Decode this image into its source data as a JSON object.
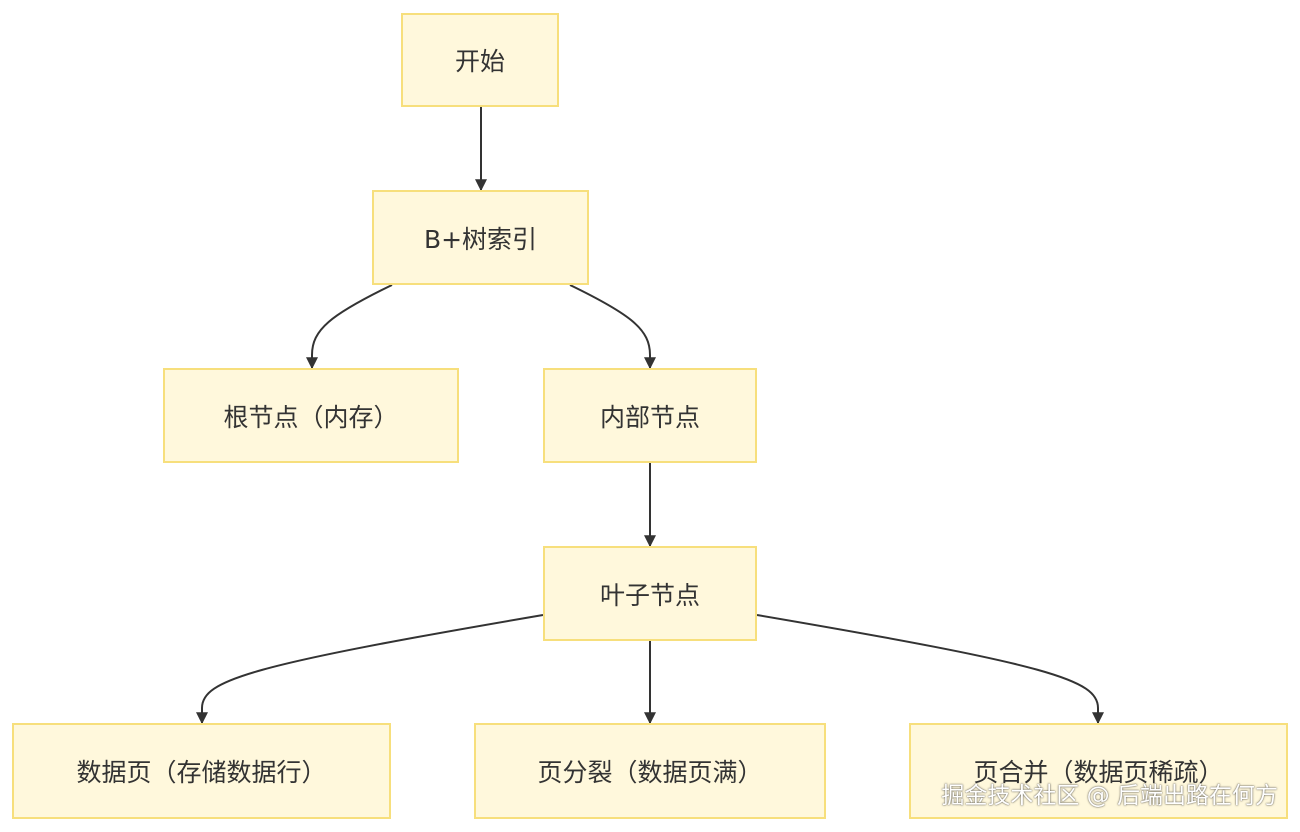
{
  "nodes": {
    "start": "开始",
    "bplus_index": "B+树索引",
    "root_node": "根节点（内存）",
    "internal_node": "内部节点",
    "leaf_node": "叶子节点",
    "data_page": "数据页（存储数据行）",
    "page_split": "页分裂（数据页满）",
    "page_merge": "页合并（数据页稀疏）"
  },
  "edges": [
    {
      "from": "start",
      "to": "bplus_index"
    },
    {
      "from": "bplus_index",
      "to": "root_node"
    },
    {
      "from": "bplus_index",
      "to": "internal_node"
    },
    {
      "from": "internal_node",
      "to": "leaf_node"
    },
    {
      "from": "leaf_node",
      "to": "data_page"
    },
    {
      "from": "leaf_node",
      "to": "page_split"
    },
    {
      "from": "leaf_node",
      "to": "page_merge"
    }
  ],
  "watermark": "掘金技术社区 @ 后端出路在何方",
  "colors": {
    "node_fill": "#fff8dc",
    "node_border": "#f7df7c",
    "edge": "#333333",
    "text": "#333333"
  }
}
